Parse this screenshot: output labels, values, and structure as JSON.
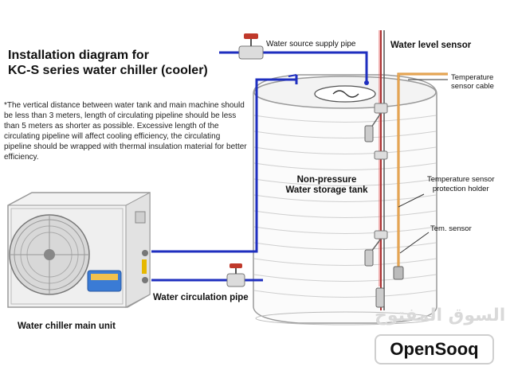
{
  "title_line1": "Installation diagram for",
  "title_line2": "KC-S series water chiller (cooler)",
  "note": "*The vertical distance between water tank and main machine should be less than 3 meters, length of circulating pipeline should be less than 5 meters as shorter as possible. Excessive length of the circulating pipeline will affect cooling efficiency, the circulating pipeline should be wrapped with thermal insulation material for better efficiency.",
  "labels": {
    "supply_pipe": "Water source supply pipe",
    "level_sensor": "Water level sensor",
    "temp_cable": "Temperature\nsensor cable",
    "tank_line1": "Non-pressure",
    "tank_line2": "Water storage tank",
    "protection_holder": "Temperature sensor\nprotection holder",
    "tem_sensor": "Tem. sensor",
    "circulation_pipe": "Water circulation pipe",
    "main_unit": "Water chiller main unit"
  },
  "watermark": {
    "arabic": "السوق المفتوح",
    "brand": "OpenSooq"
  },
  "colors": {
    "pipe": "#1f2fbf",
    "valve": "#c0392b",
    "sensor_cable": "#d98a2b",
    "level_wire": "#c0392b",
    "outline": "#9a9a9a"
  }
}
